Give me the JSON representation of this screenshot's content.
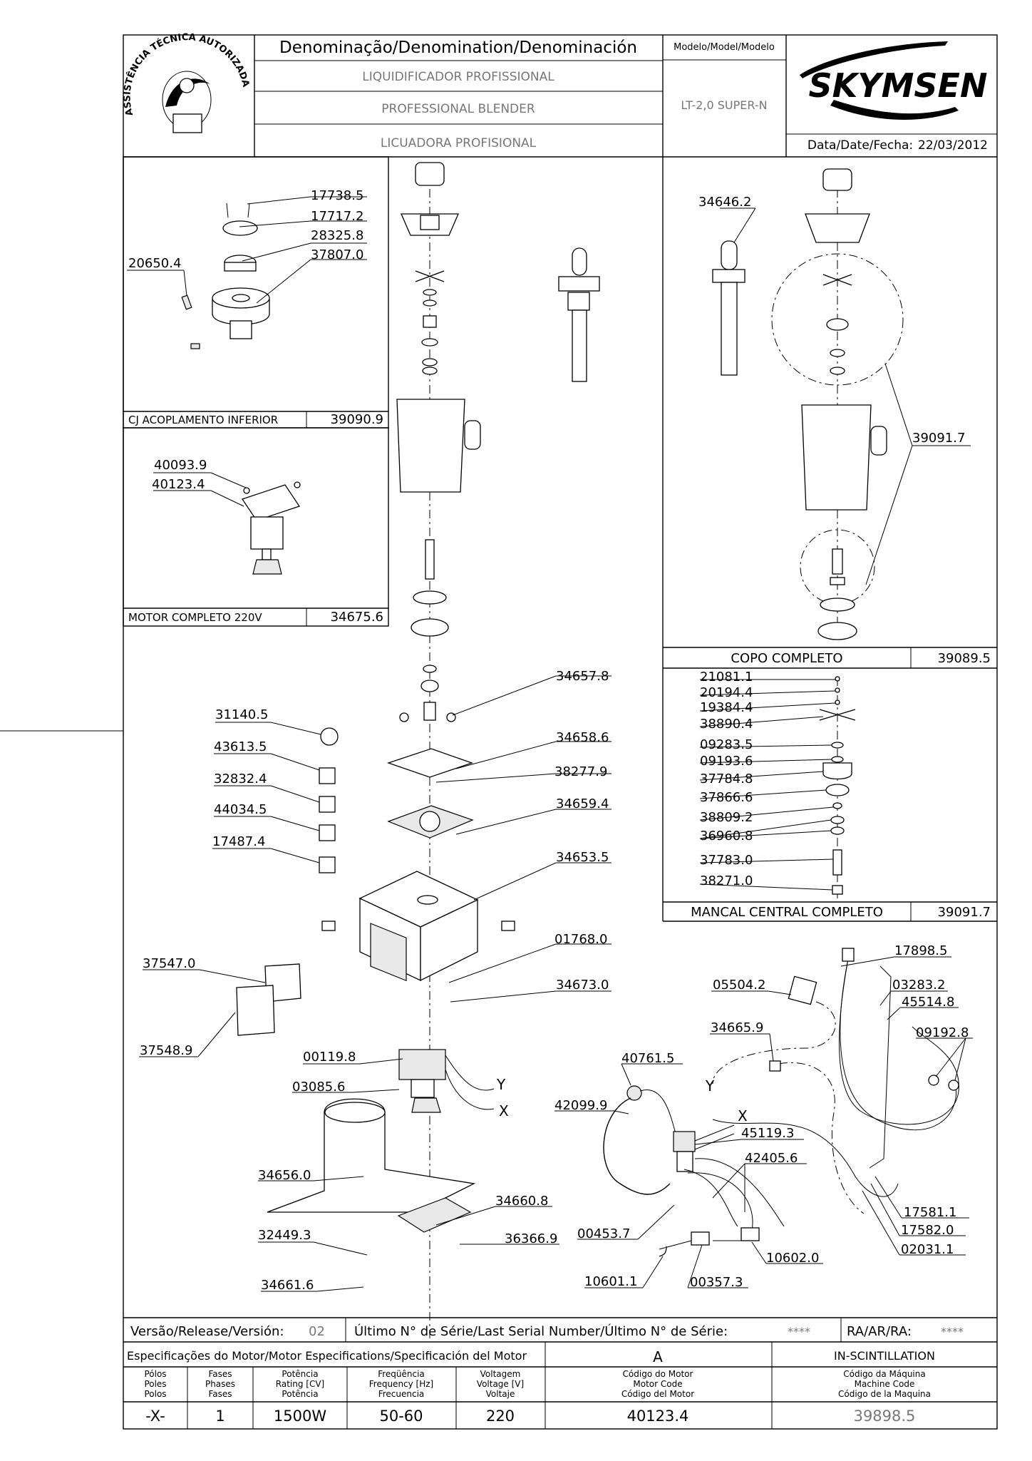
{
  "header": {
    "denomination_title": "Denominação/Denomination/Denominación",
    "name_pt": "LIQUIDIFICADOR PROFISSIONAL",
    "name_en": "PROFESSIONAL BLENDER",
    "name_es": "LICUADORA PROFISIONAL",
    "model_label": "Modelo/Model/Modelo",
    "model_value": "LT-2,0 SUPER-N",
    "brand": "SKYMSEN",
    "date_label": "Data/Date/Fecha:",
    "date_value": "22/03/2012",
    "seal_text": "ASSISTÊNCIA TÉCNICA AUTORIZADA"
  },
  "panels": {
    "coupling": {
      "title": "CJ ACOPLAMENTO INFERIOR",
      "code": "39090.9"
    },
    "motor": {
      "title": "MOTOR COMPLETO 220V",
      "code": "34675.6"
    },
    "cup": {
      "title": "COPO COMPLETO",
      "code": "39089.5"
    },
    "bearing": {
      "title": "MANCAL CENTRAL COMPLETO",
      "code": "39091.7"
    }
  },
  "part_labels": {
    "p17738_5": "17738.5",
    "p17717_2": "17717.2",
    "p28325_8": "28325.8",
    "p37807_0": "37807.0",
    "p20650_4": "20650.4",
    "p40093_9": "40093.9",
    "p40123_4": "40123.4",
    "p34646_2": "34646.2",
    "p39091_7": "39091.7",
    "p21081_1": "21081.1",
    "p20194_4": "20194.4",
    "p19384_4": "19384.4",
    "p38890_4": "38890.4",
    "p09283_5": "09283.5",
    "p09193_6": "09193.6",
    "p37784_8": "37784.8",
    "p37866_6": "37866.6",
    "p38809_2": "38809.2",
    "p36960_8": "36960.8",
    "p37783_0": "37783.0",
    "p38271_0": "38271.0",
    "p34657_8": "34657.8",
    "p31140_5": "31140.5",
    "p34658_6": "34658.6",
    "p43613_5": "43613.5",
    "p38277_9": "38277.9",
    "p32832_4": "32832.4",
    "p34659_4": "34659.4",
    "p44034_5": "44034.5",
    "p17487_4": "17487.4",
    "p34653_5": "34653.5",
    "p01768_0": "01768.0",
    "p37547_0": "37547.0",
    "p34673_0": "34673.0",
    "p37548_9": "37548.9",
    "p00119_8": "00119.8",
    "p03085_6": "03085.6",
    "p34656_0": "34656.0",
    "p34660_8": "34660.8",
    "p32449_3": "32449.3",
    "p36366_9": "36366.9",
    "p34661_6": "34661.6",
    "p17898_5": "17898.5",
    "p05504_2": "05504.2",
    "p03283_2": "03283.2",
    "p45514_8": "45514.8",
    "p09192_8": "09192.8",
    "p34665_9": "34665.9",
    "p40761_5": "40761.5",
    "p42099_9": "42099.9",
    "p45119_3": "45119.3",
    "p42405_6": "42405.6",
    "p17581_1": "17581.1",
    "p17582_0": "17582.0",
    "p02031_1": "02031.1",
    "p00453_7": "00453.7",
    "p10602_0": "10602.0",
    "p10601_1": "10601.1",
    "p00357_3": "00357.3",
    "wire_y1": "Y",
    "wire_x1": "X",
    "wire_y2": "Y",
    "wire_x2": "X"
  },
  "footer": {
    "release_label": "Versão/Release/Versión:",
    "release_value": "02",
    "serial_label": "Último N° de Série/Last Serial Number/Último N° de Série:",
    "serial_value": "****",
    "ra_label": "RA/AR/RA:",
    "ra_value": "****",
    "motor_spec_label": "Especificações do Motor/Motor Especifications/Specificación del Motor",
    "motor_spec_value": "A",
    "scintillation": "IN-SCINTILLATION",
    "col_poles": [
      "Pólos",
      "Poles",
      "Polos"
    ],
    "col_phases": [
      "Fases",
      "Phases",
      "Fases"
    ],
    "col_power": [
      "Potência",
      "Rating [CV]",
      "Potência"
    ],
    "col_freq": [
      "Freqüência",
      "Frequency [Hz]",
      "Frecuencia"
    ],
    "col_volt": [
      "Voltagem",
      "Voltage [V]",
      "Voltaje"
    ],
    "col_motor_code": [
      "Código do Motor",
      "Motor Code",
      "Código del Motor"
    ],
    "col_machine_code": [
      "Código da Máquina",
      "Machine Code",
      "Código de la Maquina"
    ],
    "val_poles": "-X-",
    "val_phases": "1",
    "val_power": "1500W",
    "val_freq": "50-60",
    "val_volt": "220",
    "val_motor_code": "40123.4",
    "val_machine_code": "39898.5"
  }
}
